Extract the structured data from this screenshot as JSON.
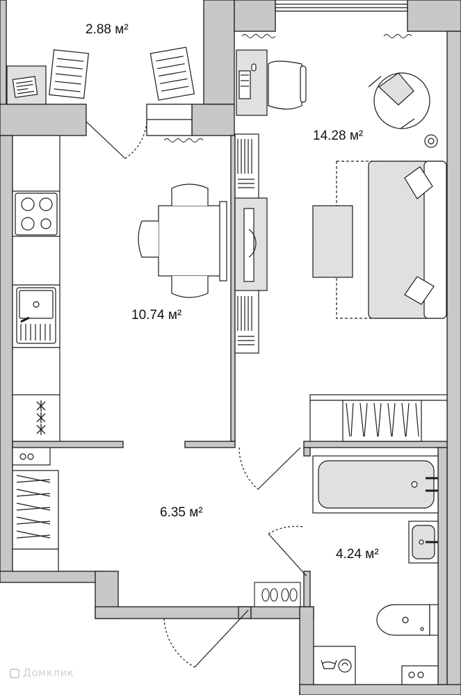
{
  "rooms": {
    "balcony": {
      "area": "2.88 м²"
    },
    "living_room": {
      "area": "14.28 м²"
    },
    "kitchen": {
      "area": "10.74 м²"
    },
    "hallway": {
      "area": "6.35 м²"
    },
    "bathroom": {
      "area": "4.24 м²"
    }
  },
  "watermark": {
    "text": "Домклик"
  },
  "colors": {
    "wall": "#c8c8c8",
    "wall_outline": "#1a1a1a",
    "furniture_fill": "#e0e0e0",
    "background": "#ffffff"
  }
}
